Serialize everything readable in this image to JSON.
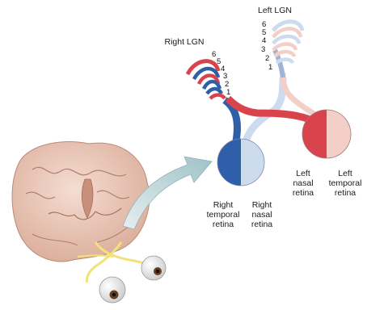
{
  "diagram": {
    "labels": {
      "left_lgn": "Left LGN",
      "right_lgn": "Right LGN",
      "right_temporal_retina": [
        "Right",
        "temporal",
        "retina"
      ],
      "right_nasal_retina": [
        "Right",
        "nasal",
        "retina"
      ],
      "left_nasal_retina": [
        "Left",
        "nasal",
        "retina"
      ],
      "left_temporal_retina": [
        "Left",
        "temporal",
        "retina"
      ]
    },
    "left_lgn_layers": [
      "6",
      "5",
      "4",
      "3",
      "2",
      "1"
    ],
    "right_lgn_layers": [
      "6",
      "5",
      "4",
      "3",
      "2",
      "1"
    ],
    "colors": {
      "red_pathway": "#d9434b",
      "blue_pathway": "#2f5fa8",
      "pale_red": "#f3cfc8",
      "pale_blue": "#cddbef",
      "arrow": "#b9d3d6",
      "brain": "#e8c7b8",
      "optic_nerve": "#f2e27a"
    }
  }
}
